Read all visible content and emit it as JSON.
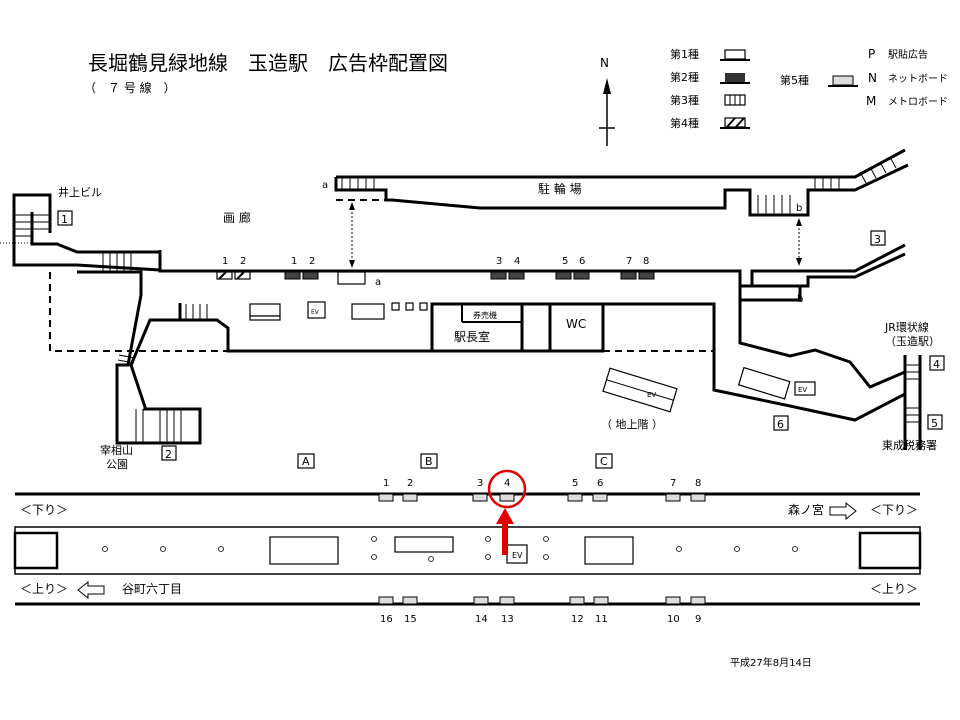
{
  "header": {
    "title": "長堀鶴見緑地線　玉造駅　広告枠配置図",
    "subtitle": "（　７ 号 線　）",
    "north": "N"
  },
  "legend": {
    "type1": "第1種",
    "type2": "第2種",
    "type3": "第3種",
    "type4": "第4種",
    "type5": "第5種",
    "p": "P",
    "p_label": "駅貼広告",
    "n": "N",
    "n_label": "ネットボード",
    "m": "M",
    "m_label": "メトロボード"
  },
  "concourse": {
    "gallery": "画 廊",
    "bicycle": "駐 輪 場",
    "station_office": "駅長室",
    "ticket_machine": "券売機",
    "wc": "WC",
    "ev": "EV",
    "ground_floor": "（ 地上階 ）",
    "a": "a",
    "b": "b",
    "inoue": "井上ビル",
    "saishoyama": "宰相山",
    "koen": "公園",
    "jr_line": "JR環状線",
    "jr_station": "（玉造駅）",
    "tax_office": "東成税務署",
    "exits": [
      "1",
      "2",
      "3",
      "4",
      "5",
      "6"
    ],
    "ads": [
      "1",
      "2",
      "1",
      "2",
      "3",
      "4",
      "5",
      "6",
      "7",
      "8"
    ],
    "zones": [
      "A",
      "B",
      "C"
    ]
  },
  "platform": {
    "down": "＜下り＞",
    "up": "＜上り＞",
    "morinomiya": "森ノ宮",
    "taniyon": "谷町六丁目",
    "ev": "EV",
    "top_ads": [
      "1",
      "2",
      "3",
      "4",
      "5",
      "6",
      "7",
      "8"
    ],
    "bottom_ads": [
      "16",
      "15",
      "14",
      "13",
      "12",
      "11",
      "10",
      "9"
    ],
    "highlighted": "4",
    "highlight_color": "#e00000"
  },
  "footer": {
    "date": "平成27年8月14日"
  }
}
